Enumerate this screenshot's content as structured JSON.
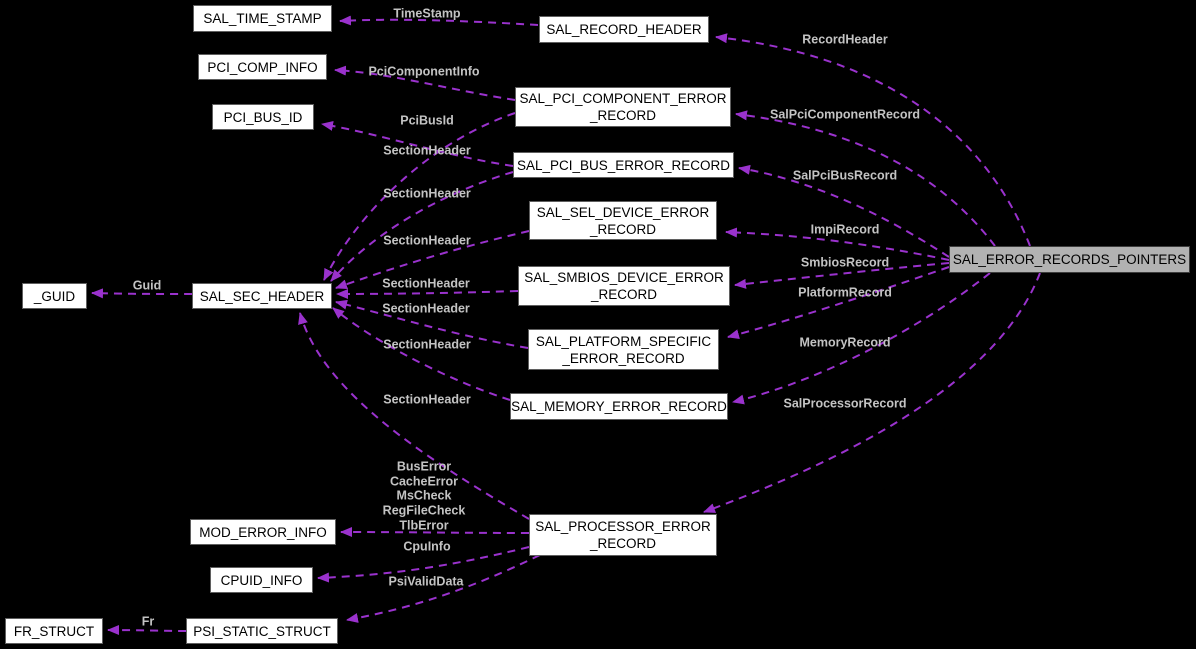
{
  "diagram": {
    "kind": "collaboration-graph",
    "colors": {
      "background": "#000000",
      "edge": "#9A32CD",
      "node_fill": "#ffffff",
      "node_border": "#5f5f5f",
      "node_text": "#000000",
      "highlight_fill": "#b2b2b2",
      "edge_label_text": "#c3c3c3"
    },
    "nodes": [
      {
        "id": "sal-time-stamp",
        "label": "SAL_TIME_STAMP",
        "highlighted": false
      },
      {
        "id": "sal-record-header",
        "label": "SAL_RECORD_HEADER",
        "highlighted": false
      },
      {
        "id": "pci-comp-info",
        "label": "PCI_COMP_INFO",
        "highlighted": false
      },
      {
        "id": "sal-pci-component-error-record",
        "label": "SAL_PCI_COMPONENT_ERROR\n_RECORD",
        "highlighted": false
      },
      {
        "id": "pci-bus-id",
        "label": "PCI_BUS_ID",
        "highlighted": false
      },
      {
        "id": "sal-pci-bus-error-record",
        "label": "SAL_PCI_BUS_ERROR_RECORD",
        "highlighted": false
      },
      {
        "id": "sal-sel-device-error-record",
        "label": "SAL_SEL_DEVICE_ERROR\n_RECORD",
        "highlighted": false
      },
      {
        "id": "sal-smbios-device-error-record",
        "label": "SAL_SMBIOS_DEVICE_ERROR\n_RECORD",
        "highlighted": false
      },
      {
        "id": "sal-error-records-pointers",
        "label": "SAL_ERROR_RECORDS_POINTERS",
        "highlighted": true
      },
      {
        "id": "sal-platform-specific-error-record",
        "label": "SAL_PLATFORM_SPECIFIC\n_ERROR_RECORD",
        "highlighted": false
      },
      {
        "id": "sal-memory-error-record",
        "label": "SAL_MEMORY_ERROR_RECORD",
        "highlighted": false
      },
      {
        "id": "guid",
        "label": "_GUID",
        "highlighted": false
      },
      {
        "id": "sal-sec-header",
        "label": "SAL_SEC_HEADER",
        "highlighted": false
      },
      {
        "id": "mod-error-info",
        "label": "MOD_ERROR_INFO",
        "highlighted": false
      },
      {
        "id": "sal-processor-error-record",
        "label": "SAL_PROCESSOR_ERROR\n_RECORD",
        "highlighted": false
      },
      {
        "id": "cpuid-info",
        "label": "CPUID_INFO",
        "highlighted": false
      },
      {
        "id": "fr-struct",
        "label": "FR_STRUCT",
        "highlighted": false
      },
      {
        "id": "psi-static-struct",
        "label": "PSI_STATIC_STRUCT",
        "highlighted": false
      }
    ],
    "edge_labels": {
      "timestamp": "TimeStamp",
      "record_header": "RecordHeader",
      "pci_component_info": "PciComponentInfo",
      "pci_bus_id": "PciBusId",
      "section_header": "SectionHeader",
      "guid": "Guid",
      "sal_pci_component_record": "SalPciComponentRecord",
      "sal_pci_bus_record": "SalPciBusRecord",
      "impi_record": "ImpiRecord",
      "smbios_record": "SmbiosRecord",
      "platform_record": "PlatformRecord",
      "memory_record": "MemoryRecord",
      "sal_processor_record": "SalProcessorRecord",
      "processor_mod_fields": "BusError\nCacheError\nMsCheck\nRegFileCheck\nTlbError",
      "cpu_info": "CpuInfo",
      "psi_valid_data": "PsiValidData",
      "fr": "Fr"
    },
    "edges": [
      {
        "from": "sal-record-header",
        "to": "sal-time-stamp",
        "label": "TimeStamp"
      },
      {
        "from": "sal-error-records-pointers",
        "to": "sal-record-header",
        "label": "RecordHeader"
      },
      {
        "from": "sal-pci-component-error-record",
        "to": "pci-comp-info",
        "label": "PciComponentInfo"
      },
      {
        "from": "sal-pci-bus-error-record",
        "to": "pci-bus-id",
        "label": "PciBusId"
      },
      {
        "from": "sal-pci-component-error-record",
        "to": "sal-sec-header",
        "label": "SectionHeader"
      },
      {
        "from": "sal-pci-bus-error-record",
        "to": "sal-sec-header",
        "label": "SectionHeader"
      },
      {
        "from": "sal-sel-device-error-record",
        "to": "sal-sec-header",
        "label": "SectionHeader"
      },
      {
        "from": "sal-smbios-device-error-record",
        "to": "sal-sec-header",
        "label": "SectionHeader"
      },
      {
        "from": "sal-platform-specific-error-record",
        "to": "sal-sec-header",
        "label": "SectionHeader"
      },
      {
        "from": "sal-memory-error-record",
        "to": "sal-sec-header",
        "label": "SectionHeader"
      },
      {
        "from": "sal-processor-error-record",
        "to": "sal-sec-header",
        "label": "SectionHeader"
      },
      {
        "from": "sal-sec-header",
        "to": "guid",
        "label": "Guid"
      },
      {
        "from": "sal-error-records-pointers",
        "to": "sal-pci-component-error-record",
        "label": "SalPciComponentRecord"
      },
      {
        "from": "sal-error-records-pointers",
        "to": "sal-pci-bus-error-record",
        "label": "SalPciBusRecord"
      },
      {
        "from": "sal-error-records-pointers",
        "to": "sal-sel-device-error-record",
        "label": "ImpiRecord"
      },
      {
        "from": "sal-error-records-pointers",
        "to": "sal-smbios-device-error-record",
        "label": "SmbiosRecord"
      },
      {
        "from": "sal-error-records-pointers",
        "to": "sal-platform-specific-error-record",
        "label": "PlatformRecord"
      },
      {
        "from": "sal-error-records-pointers",
        "to": "sal-memory-error-record",
        "label": "MemoryRecord"
      },
      {
        "from": "sal-error-records-pointers",
        "to": "sal-processor-error-record",
        "label": "SalProcessorRecord"
      },
      {
        "from": "sal-processor-error-record",
        "to": "mod-error-info",
        "label": "BusError CacheError MsCheck RegFileCheck TlbError"
      },
      {
        "from": "sal-processor-error-record",
        "to": "cpuid-info",
        "label": "CpuInfo"
      },
      {
        "from": "sal-processor-error-record",
        "to": "psi-static-struct",
        "label": "PsiValidData"
      },
      {
        "from": "psi-static-struct",
        "to": "fr-struct",
        "label": "Fr"
      }
    ]
  }
}
